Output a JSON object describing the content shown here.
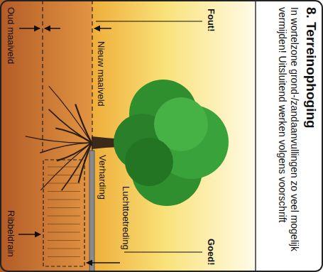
{
  "diagram": {
    "title": "8. Terreinophoging",
    "labels": [
      "In wortelzone grond-/zandaanvullingen zo veel mogelijk vermijden! Uitsluitend werken volgens voorschrift",
      "Fout!",
      "Goed!",
      "Nieuw maaiveld",
      "Verharding",
      "Luchttoetreding",
      "Oud maaiveld",
      "Ribbeldrain"
    ]
  }
}
